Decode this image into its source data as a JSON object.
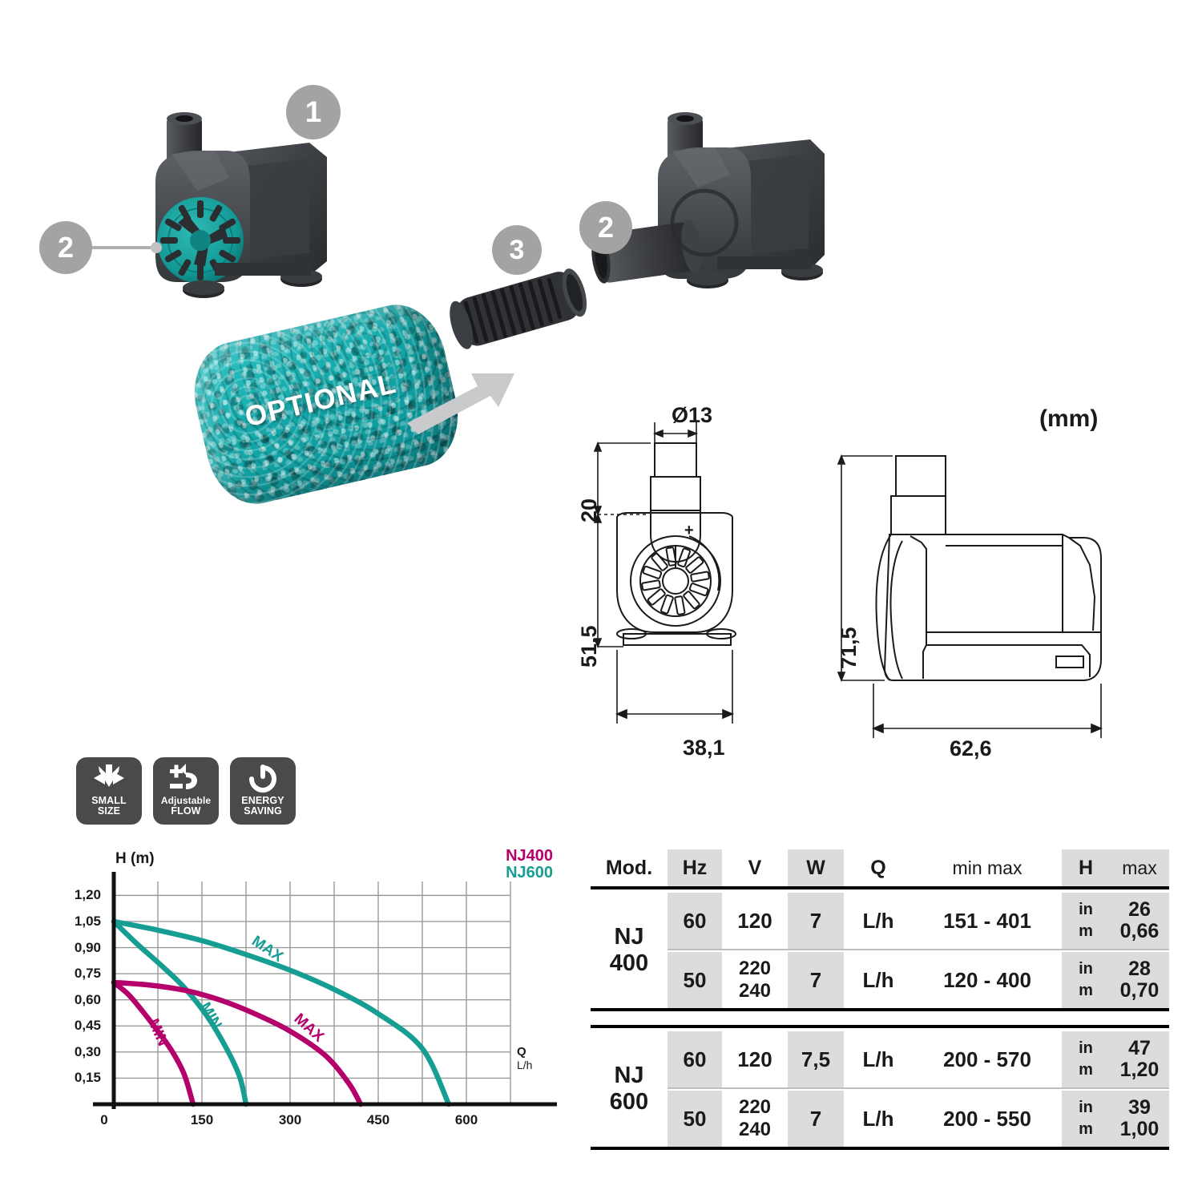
{
  "callouts": [
    {
      "id": "1",
      "label": "1"
    },
    {
      "id": "2a",
      "label": "2"
    },
    {
      "id": "2b",
      "label": "2"
    },
    {
      "id": "3",
      "label": "3"
    }
  ],
  "optional_label": "OPTIONAL",
  "badges": [
    {
      "icon": "small-size-icon",
      "line1": "SMALL",
      "line2": "SIZE"
    },
    {
      "icon": "adjustable-flow-icon",
      "line1": "Adjustable",
      "line2": "FLOW"
    },
    {
      "icon": "energy-saving-icon",
      "line1": "ENERGY",
      "line2": "SAVING"
    }
  ],
  "drawing": {
    "units_label": "(mm)",
    "diameter": "Ø13",
    "front_top": "20",
    "front_height": "51,5",
    "front_width": "38,1",
    "side_height": "71,5",
    "side_width": "62,6"
  },
  "chart_data": {
    "type": "line",
    "title": "H (m)",
    "xlabel": "Q",
    "xlabel_unit": "L/h",
    "ylabel": "H (m)",
    "xlim": [
      0,
      675
    ],
    "ylim": [
      0,
      1.28
    ],
    "x_ticks": [
      0,
      150,
      300,
      450,
      600
    ],
    "x_tick_labels": [
      "0",
      "150",
      "300",
      "450",
      "600"
    ],
    "x_grid_step": 75,
    "y_ticks": [
      0.15,
      0.3,
      0.45,
      0.6,
      0.75,
      0.9,
      1.05,
      1.2
    ],
    "y_tick_labels": [
      "0,15",
      "0,30",
      "0,45",
      "0,60",
      "0,75",
      "0,90",
      "1,05",
      "1,20"
    ],
    "grid": true,
    "legend": [
      {
        "name": "NJ400",
        "color": "#b5006b"
      },
      {
        "name": "NJ600",
        "color": "#179e93"
      }
    ],
    "series": [
      {
        "name": "NJ600 MAX",
        "model": "NJ600",
        "mode": "MAX",
        "color": "#179e93",
        "annotation": "MAX",
        "points": [
          [
            0,
            1.05
          ],
          [
            75,
            1.0
          ],
          [
            150,
            0.94
          ],
          [
            225,
            0.86
          ],
          [
            300,
            0.77
          ],
          [
            375,
            0.66
          ],
          [
            450,
            0.52
          ],
          [
            525,
            0.32
          ],
          [
            570,
            0.0
          ]
        ]
      },
      {
        "name": "NJ600 MIN",
        "model": "NJ600",
        "mode": "MIN",
        "color": "#179e93",
        "annotation": "MIN",
        "points": [
          [
            0,
            1.05
          ],
          [
            40,
            0.92
          ],
          [
            80,
            0.8
          ],
          [
            120,
            0.67
          ],
          [
            160,
            0.5
          ],
          [
            195,
            0.3
          ],
          [
            215,
            0.15
          ],
          [
            225,
            0.0
          ]
        ]
      },
      {
        "name": "NJ400 MAX",
        "model": "NJ400",
        "mode": "MAX",
        "color": "#b5006b",
        "annotation": "MAX",
        "points": [
          [
            0,
            0.7
          ],
          [
            60,
            0.685
          ],
          [
            120,
            0.655
          ],
          [
            180,
            0.6
          ],
          [
            240,
            0.52
          ],
          [
            300,
            0.42
          ],
          [
            360,
            0.28
          ],
          [
            400,
            0.12
          ],
          [
            420,
            0.0
          ]
        ]
      },
      {
        "name": "NJ400 MIN",
        "model": "NJ400",
        "mode": "MIN",
        "color": "#b5006b",
        "annotation": "MIN",
        "points": [
          [
            0,
            0.7
          ],
          [
            25,
            0.63
          ],
          [
            50,
            0.53
          ],
          [
            75,
            0.42
          ],
          [
            100,
            0.3
          ],
          [
            120,
            0.17
          ],
          [
            135,
            0.0
          ]
        ]
      }
    ]
  },
  "table": {
    "headers": [
      "Mod.",
      "Hz",
      "V",
      "W",
      "Q",
      "min  max",
      "H",
      "max"
    ],
    "groups": [
      {
        "model": [
          "NJ",
          "400"
        ],
        "rows": [
          {
            "hz": "60",
            "v": "120",
            "w": "7",
            "q": "L/h",
            "range": "151 - 401",
            "h_units": [
              "in",
              "m"
            ],
            "h_values": [
              "26",
              "0,66"
            ]
          },
          {
            "hz": "50",
            "v": "220\n240",
            "w": "7",
            "q": "L/h",
            "range": "120 - 400",
            "h_units": [
              "in",
              "m"
            ],
            "h_values": [
              "28",
              "0,70"
            ]
          }
        ]
      },
      {
        "model": [
          "NJ",
          "600"
        ],
        "rows": [
          {
            "hz": "60",
            "v": "120",
            "w": "7,5",
            "q": "L/h",
            "range": "200 - 570",
            "h_units": [
              "in",
              "m"
            ],
            "h_values": [
              "47",
              "1,20"
            ]
          },
          {
            "hz": "50",
            "v": "220\n240",
            "w": "7",
            "q": "L/h",
            "range": "200 - 550",
            "h_units": [
              "in",
              "m"
            ],
            "h_values": [
              "39",
              "1,00"
            ]
          }
        ]
      }
    ]
  },
  "colors": {
    "teal": "#179e93",
    "magenta": "#b5006b",
    "callout_gray": "#a3a3a3",
    "badge_dark": "#4a4a4a",
    "table_shade": "#dcdcdc",
    "sponge_teal": "#13a7a8"
  }
}
